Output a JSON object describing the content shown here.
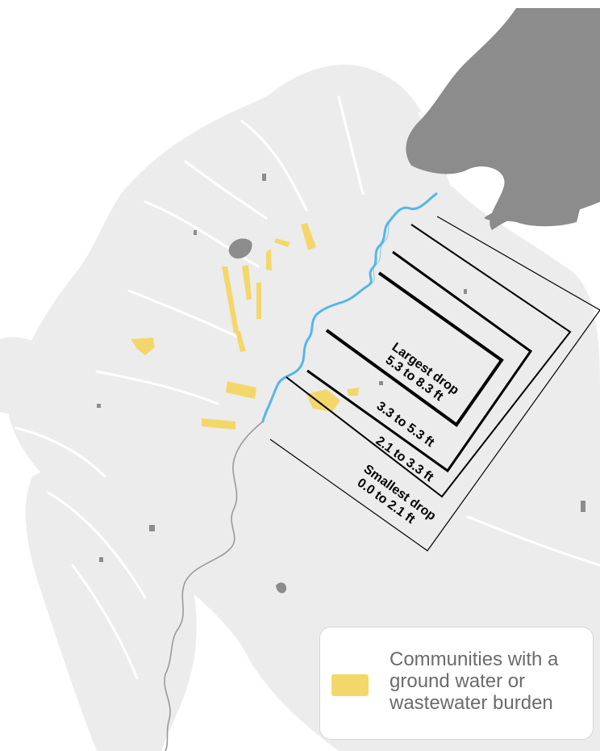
{
  "colors": {
    "land": "#ececec",
    "water_body": "#8c8c8c",
    "river_drought": "#55b7e6",
    "river_downstream": "#9a9a9a",
    "burden": "#f3d76b",
    "tier_lines": "#000000"
  },
  "tiers": [
    {
      "line1": "Largest drop",
      "line2": "5.3 to 8.3 ft"
    },
    {
      "line1": "",
      "line2": "3.3 to 5.3 ft"
    },
    {
      "line1": "",
      "line2": "2.1 to 3.3 ft"
    },
    {
      "line1": "Smallest drop",
      "line2": "0.0 to 2.1 ft"
    }
  ],
  "legend": {
    "swatch_color": "#f3d76b",
    "label": "Communities with a ground water or wastewater burden"
  }
}
